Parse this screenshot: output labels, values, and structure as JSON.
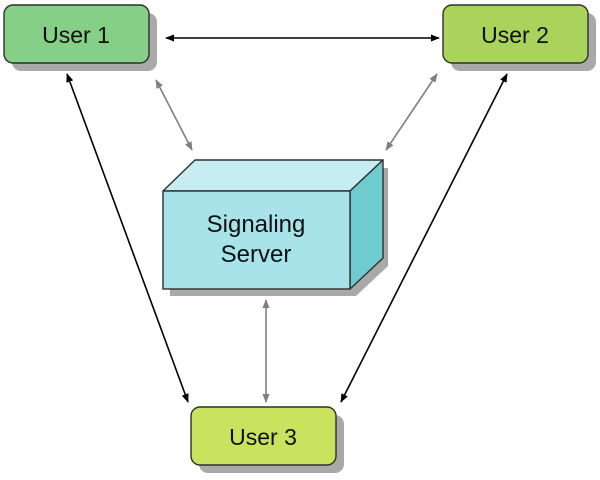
{
  "nodes": {
    "user1": {
      "label": "User 1",
      "color": "#86cf86"
    },
    "user2": {
      "label": "User 2",
      "color": "#a9d35a"
    },
    "user3": {
      "label": "User 3",
      "color": "#c9e35e"
    }
  },
  "server": {
    "line1": "Signaling",
    "line2": "Server",
    "front_color": "#a9e3ea",
    "top_color": "#c6eef2",
    "side_color": "#6ecccf"
  },
  "edges": [
    {
      "from": "User 1",
      "to": "User 2",
      "style": "peer"
    },
    {
      "from": "User 1",
      "to": "User 3",
      "style": "peer"
    },
    {
      "from": "User 2",
      "to": "User 3",
      "style": "peer"
    },
    {
      "from": "User 1",
      "to": "Signaling Server",
      "style": "signaling"
    },
    {
      "from": "User 2",
      "to": "Signaling Server",
      "style": "signaling"
    },
    {
      "from": "User 3",
      "to": "Signaling Server",
      "style": "signaling"
    }
  ],
  "colors": {
    "peer_arrow": "#000000",
    "signaling_arrow": "#7f7f7f",
    "outline": "#2f2f2f",
    "shadow": "#8c8c8c"
  }
}
